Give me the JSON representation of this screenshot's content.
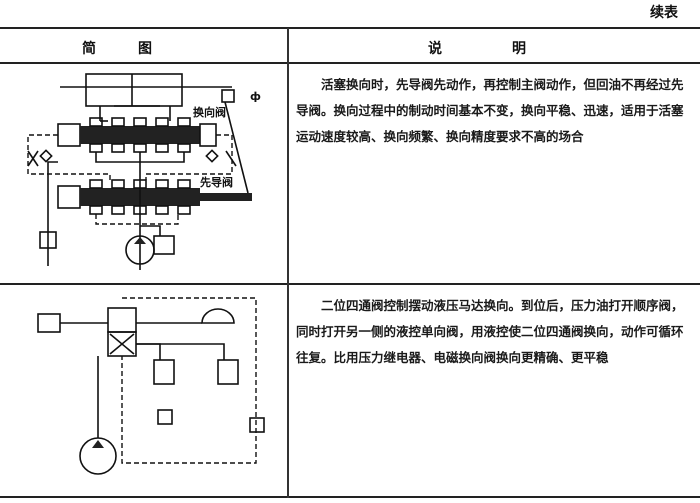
{
  "continued_label": "续表",
  "table": {
    "headers": [
      "简　　　图",
      "说　　　　　明"
    ],
    "rows": [
      {
        "diagram_labels": [
          "换向阀",
          "先导阀"
        ],
        "description": "活塞换向时，先导阀先动作，再控制主阀动作，但回油不再经过先导阀。换向过程中的制动时间基本不变，换向平稳、迅速，适用于活塞运动速度较高、换向频繁、换向精度要求不高的场合"
      },
      {
        "diagram_labels": [],
        "description": "二位四通阀控制摆动液压马达换向。到位后，压力油打开顺序阀，同时打开另一侧的液控单向阀，用液控使二位四通阀换向，动作可循环往复。比用压力继电器、电磁换向阀换向更精确、更平稳"
      }
    ]
  }
}
